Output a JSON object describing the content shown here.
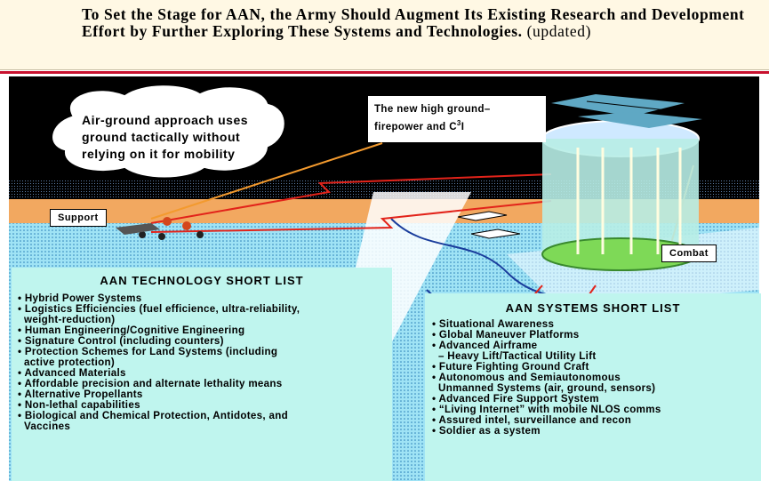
{
  "header": {
    "title": "To Set the Stage for AAN, the Army Should Augment Its Existing Research and Development Effort by Further Exploring These Systems and Technologies.",
    "title_suffix": "(updated)"
  },
  "colors": {
    "header_bg": "#fff8e4",
    "accent_red": "#c8102e",
    "sky": "#000000",
    "water": "#39b5e6",
    "ground": "#f2a860",
    "panel": "#bff5ee",
    "cylinder": "#b7ede6"
  },
  "illustration": {
    "cloud_text": "Air-ground approach uses ground tactically without relying on it for mobility",
    "high_ground_line1": "The new high ground–",
    "high_ground_line2": "firepower and C",
    "high_ground_sup": "3",
    "high_ground_end": "I",
    "support_label": "Support",
    "combat_label": "Combat"
  },
  "technology_list": {
    "heading": "AAN TECHNOLOGY SHORT LIST",
    "items": [
      "• Hybrid Power Systems",
      "• Logistics Efficiencies (fuel efficience, ultra-reliability,",
      "  weight-reduction)",
      "• Human Engineering/Cognitive Engineering",
      "• Signature Control (including counters)",
      "• Protection Schemes for Land Systems (including",
      "  active protection)",
      "• Advanced Materials",
      "• Affordable precision and alternate lethality means",
      "• Alternative Propellants",
      "• Non-lethal capabilities",
      "• Biological and Chemical Protection, Antidotes, and",
      "  Vaccines"
    ]
  },
  "systems_list": {
    "heading": "AAN SYSTEMS SHORT LIST",
    "items": [
      "• Situational Awareness",
      "• Global Maneuver Platforms",
      "• Advanced Airframe",
      "  – Heavy Lift/Tactical Utility Lift",
      "• Future Fighting Ground Craft",
      "• Autonomous and Semiautonomous",
      "  Unmanned Systems (air, ground, sensors)",
      "• Advanced Fire Support System",
      "• “Living Internet” with mobile NLOS comms",
      "• Assured intel, surveillance and recon",
      "• Soldier as a system"
    ]
  }
}
